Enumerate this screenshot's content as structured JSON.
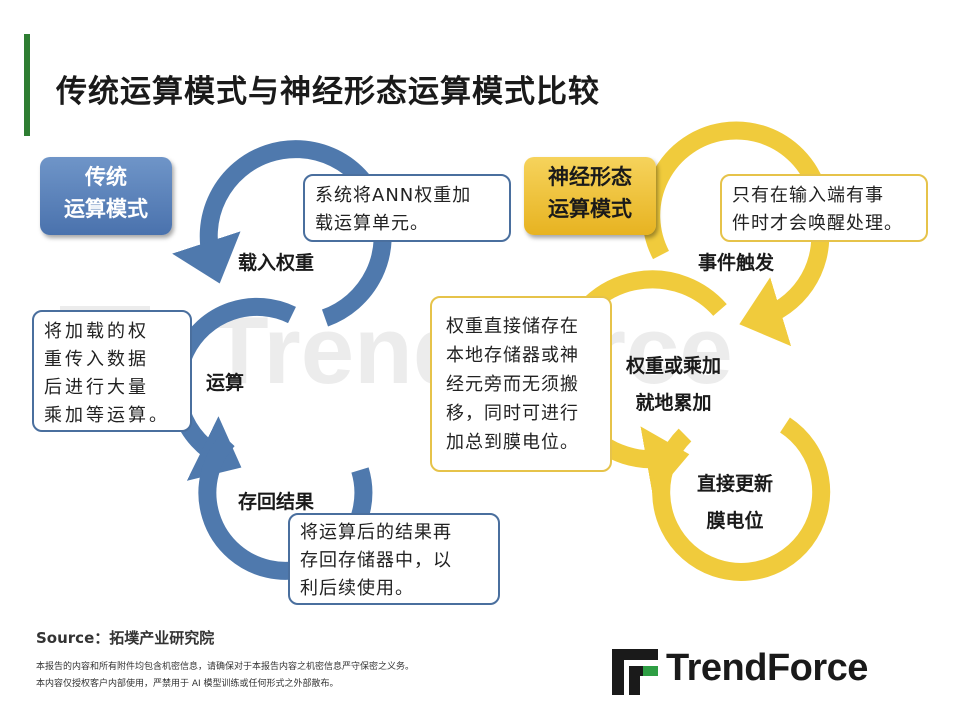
{
  "title": "传统运算模式与神经形态运算模式比较",
  "watermark": "TrendForce",
  "traditional": {
    "header": [
      "传统",
      "运算模式"
    ],
    "steps": {
      "load": "载入权重",
      "compute": "运算",
      "store": "存回结果"
    },
    "callouts": {
      "load": [
        "系统将ANN权重加",
        "载运算单元。"
      ],
      "compute": [
        "将加载的权",
        "重传入数据",
        "后进行大量",
        "乘加等运算。"
      ],
      "store": [
        "将运算后的结果再",
        "存回存储器中，以",
        "利后续使用。"
      ]
    }
  },
  "neuromorphic": {
    "header": [
      "神经形态",
      "运算模式"
    ],
    "steps": {
      "event": "事件触发",
      "accumulate": [
        "权重或乘加",
        "就地累加"
      ],
      "update": [
        "直接更新",
        "膜电位"
      ]
    },
    "callouts": {
      "event": [
        "只有在输入端有事",
        "件时才会唤醒处理。"
      ],
      "accumulate": [
        "权重直接储存在",
        "本地存储器或神",
        "经元旁而无须搬",
        "移，同时可进行",
        "加总到膜电位。"
      ]
    }
  },
  "colors": {
    "blue": "#4f79ad",
    "yellow": "#f0cb3c",
    "accent_green": "#2e7d32"
  },
  "footer": {
    "source": "Source：拓墣产业研究院",
    "disclaimer": [
      "本报告的内容和所有附件均包含机密信息，请确保对于本报告内容之机密信息严守保密之义务。",
      "本内容仅授权客户内部使用，严禁用于 AI 模型训练或任何形式之外部散布。"
    ],
    "logo_text": "TrendForce"
  }
}
